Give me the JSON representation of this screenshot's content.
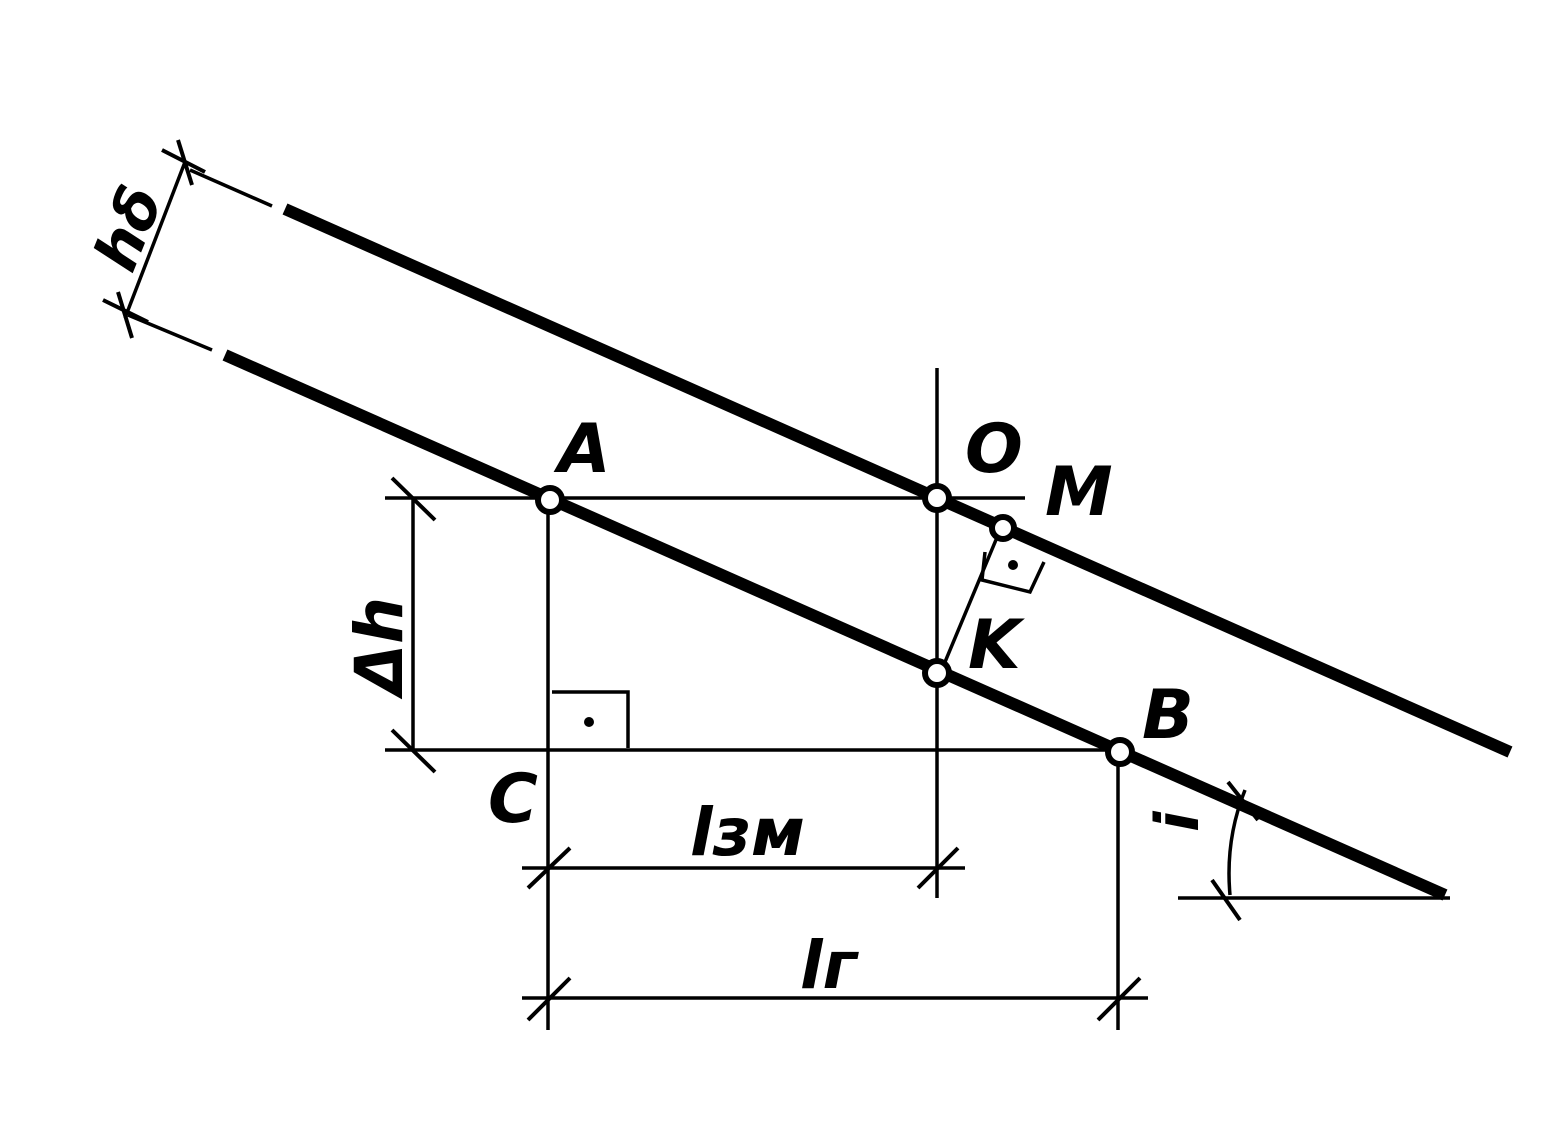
{
  "labels": {
    "A": "A",
    "O": "O",
    "M": "M",
    "K": "K",
    "B": "B",
    "C": "C",
    "delta_h": "Δh",
    "h_delta": "hδ",
    "l_zm": "lзм",
    "l_g": "lг",
    "angle_i": "i"
  }
}
